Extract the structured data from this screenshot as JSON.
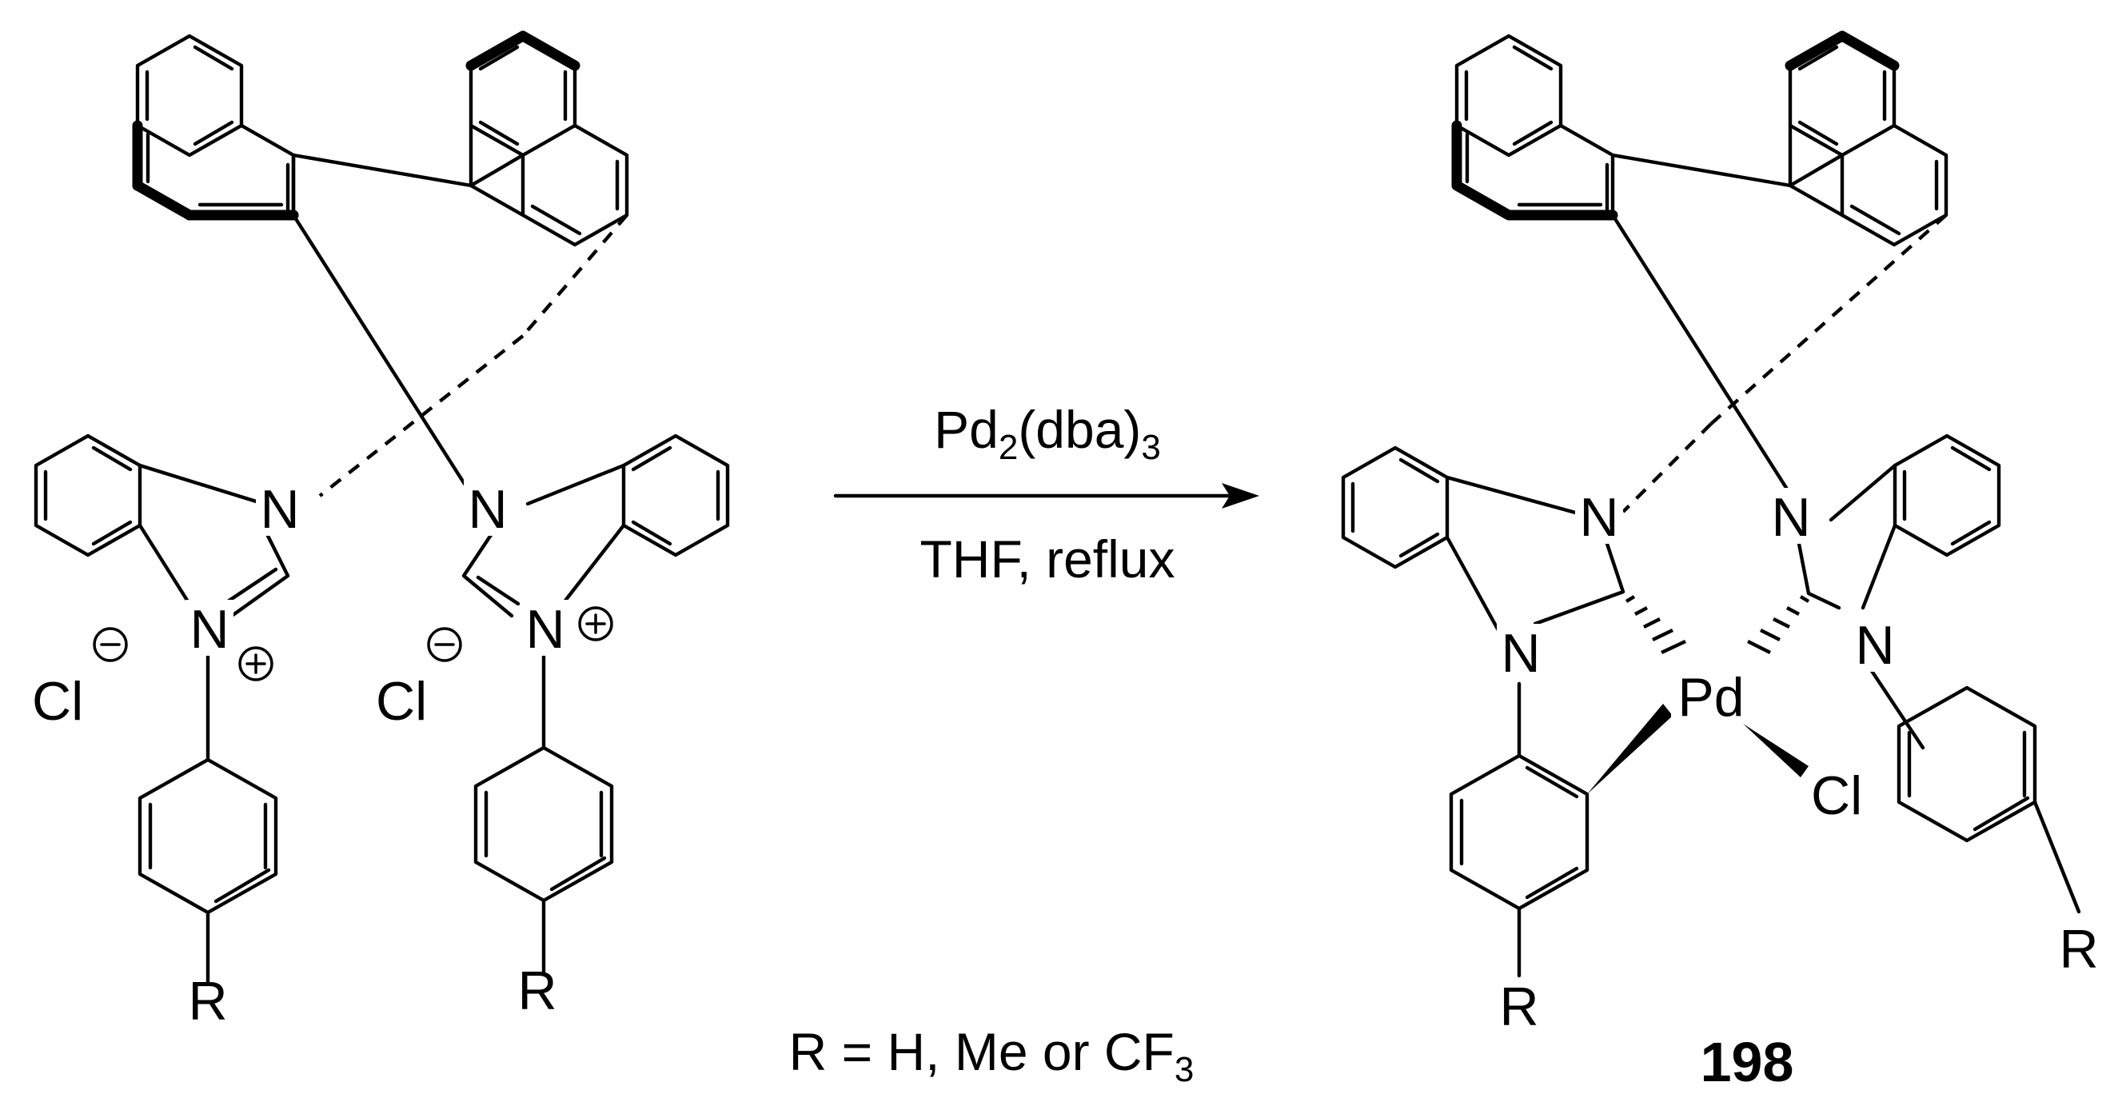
{
  "reactant": {
    "atoms": {
      "n_top_left": "N",
      "n_top_right": "N",
      "n_plus_left": "N",
      "n_plus_right": "N",
      "cl_left": "Cl",
      "cl_right": "Cl",
      "r_left": "R",
      "r_right": "R"
    },
    "charges": {
      "cation": "+",
      "anion": "−"
    }
  },
  "reagent": {
    "catalyst_main": "Pd",
    "catalyst_sub1": "2",
    "catalyst_ligand": "(dba)",
    "catalyst_sub2": "3",
    "conditions": "THF, reflux"
  },
  "substituent_note": {
    "prefix": "R = H, Me or CF",
    "sub": "3"
  },
  "product": {
    "atoms": {
      "n_top_left": "N",
      "n_top_right": "N",
      "n_bottom_left": "N",
      "n_bottom_right": "N",
      "metal": "Pd",
      "chloride": "Cl",
      "r_left": "R",
      "r_right": "R"
    },
    "compound_number": "198"
  }
}
